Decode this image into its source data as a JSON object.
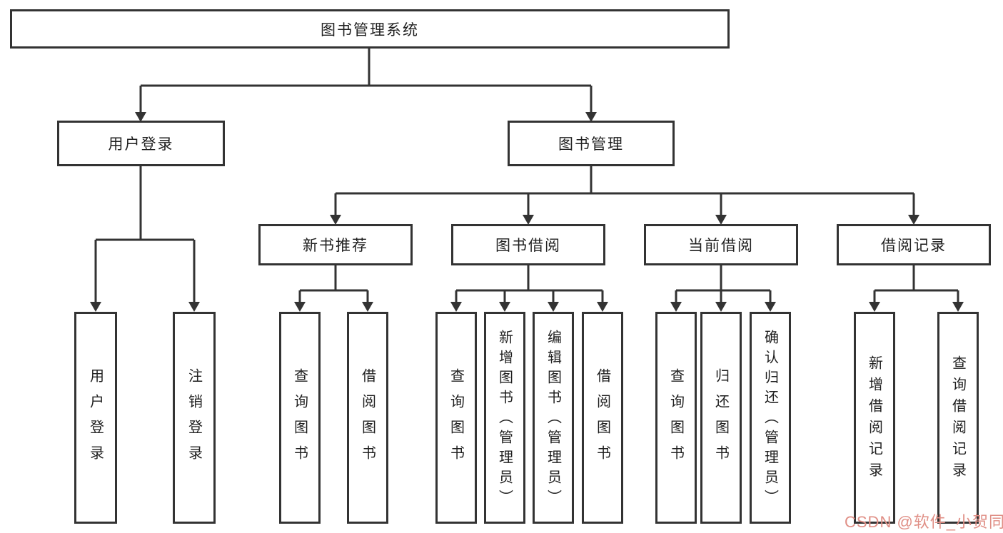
{
  "diagram": {
    "root": {
      "label": "图书管理系统",
      "children": [
        {
          "label": "用户登录",
          "children": [
            {
              "label": "用户登录"
            },
            {
              "label": "注销登录"
            }
          ]
        },
        {
          "label": "图书管理",
          "children": [
            {
              "label": "新书推荐",
              "children": [
                {
                  "label": "查询图书"
                },
                {
                  "label": "借阅图书"
                }
              ]
            },
            {
              "label": "图书借阅",
              "children": [
                {
                  "label": "查询图书"
                },
                {
                  "label": "新增图书（管理员）"
                },
                {
                  "label": "编辑图书（管理员）"
                },
                {
                  "label": "借阅图书"
                }
              ]
            },
            {
              "label": "当前借阅",
              "children": [
                {
                  "label": "查询图书"
                },
                {
                  "label": "归还图书"
                },
                {
                  "label": "确认归还（管理员）"
                }
              ]
            },
            {
              "label": "借阅记录",
              "children": [
                {
                  "label": "新增借阅记录"
                },
                {
                  "label": "查询借阅记录"
                }
              ]
            }
          ]
        }
      ]
    }
  },
  "watermark": {
    "text": "CSDN @软件_小贺同学",
    "color": "#e08f86"
  },
  "colors": {
    "line": "#333333",
    "border": "#333333",
    "text": "#1f1f1f",
    "background": "#ffffff"
  }
}
